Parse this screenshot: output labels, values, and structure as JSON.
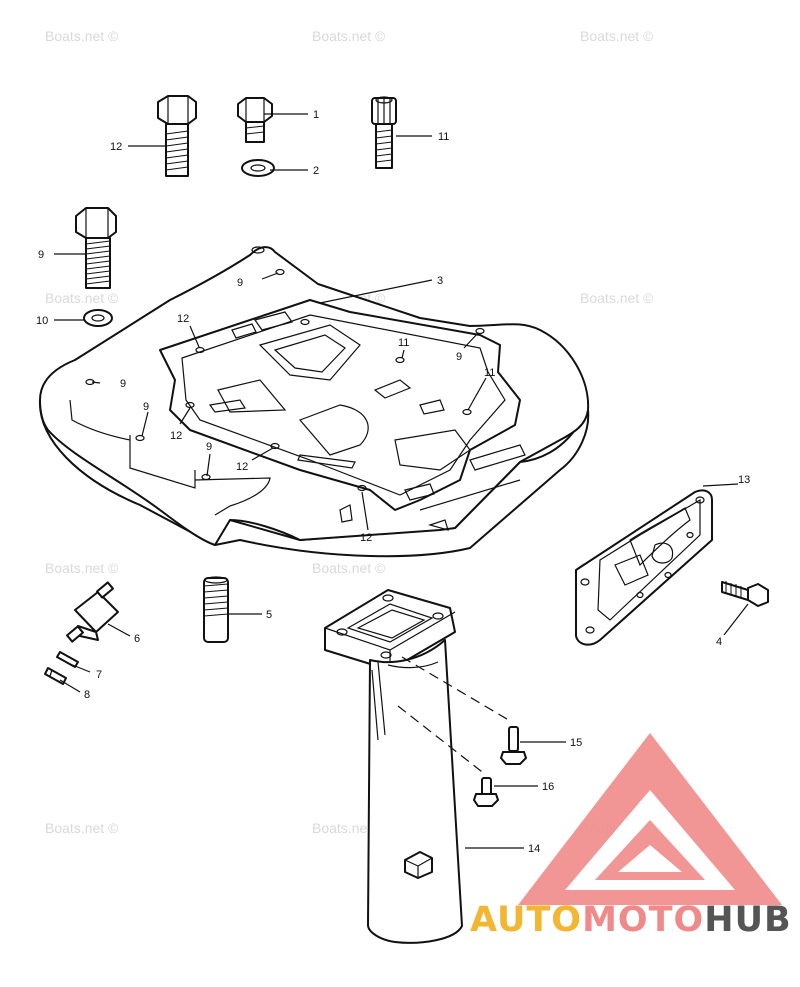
{
  "watermark": "Boats.net ©",
  "callouts": [
    "1",
    "2",
    "3",
    "4",
    "5",
    "6",
    "7",
    "8",
    "9",
    "10",
    "11",
    "12",
    "13",
    "14",
    "15",
    "16"
  ],
  "logo": {
    "part1": "AUTO",
    "part2": "MOTO",
    "part3": "HUB",
    "colors": {
      "yellow": "#f2b632",
      "pink": "#f08a8a",
      "gray": "#555555"
    }
  }
}
